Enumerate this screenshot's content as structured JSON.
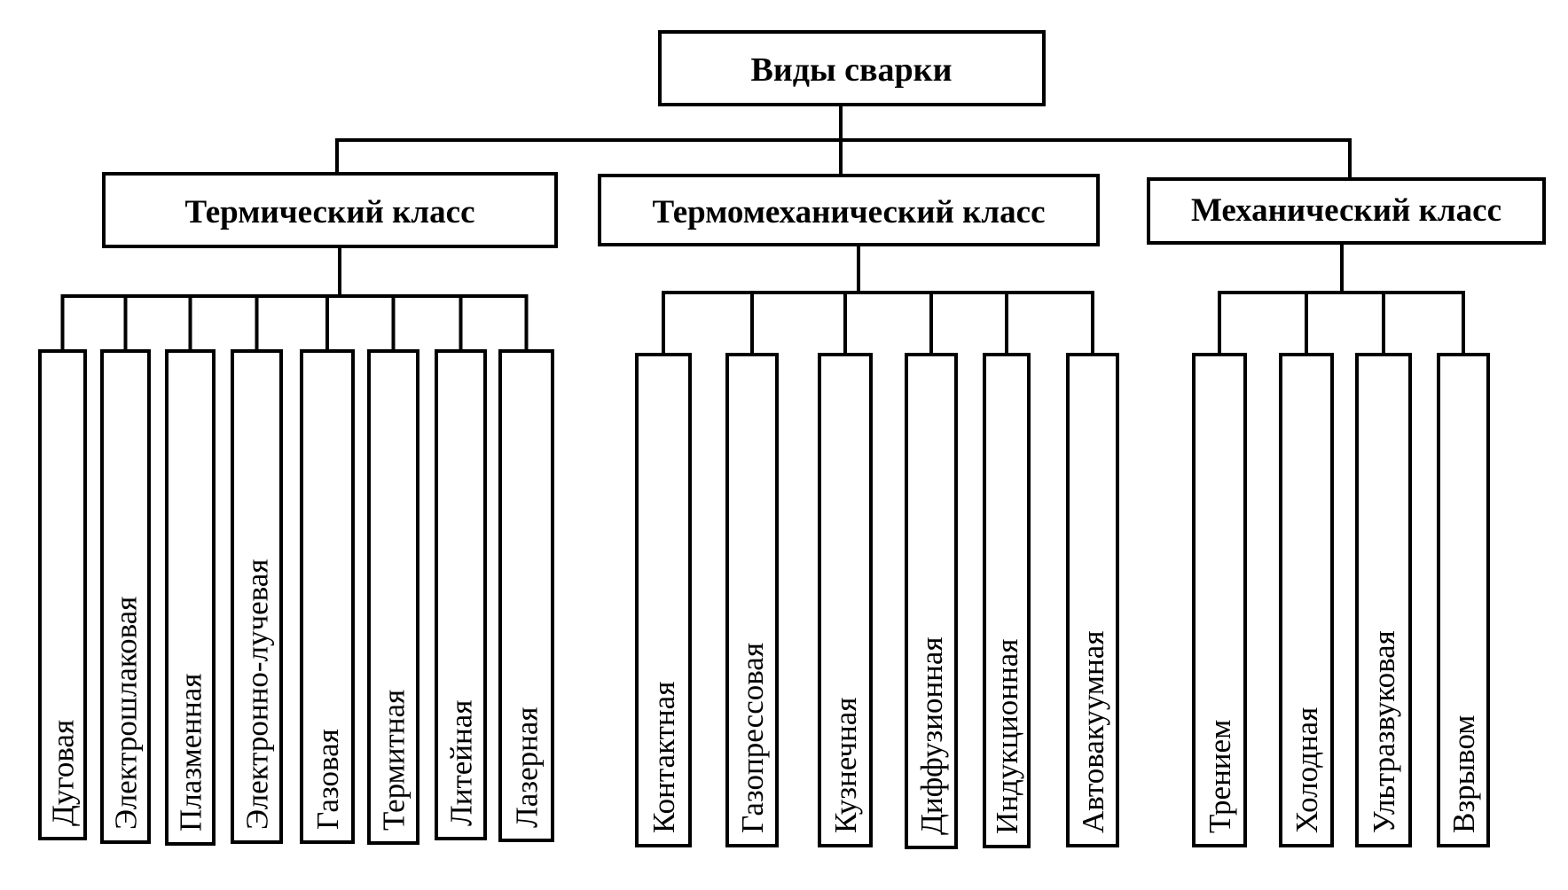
{
  "root": {
    "label": "Виды сварки"
  },
  "classes": [
    {
      "label": "Термический класс",
      "types": [
        "Дуговая",
        "Электрошлаковая",
        "Плазменная",
        "Электронно-лучевая",
        "Газовая",
        "Термитная",
        "Литейная",
        "Лазерная"
      ]
    },
    {
      "label": "Термомеханический класс",
      "types": [
        "Контактная",
        "Газопрессовая",
        "Кузнечная",
        "Диффузионная",
        "Индукционная",
        "Автовакуумная"
      ]
    },
    {
      "label": "Механический класс",
      "types": [
        "Трением",
        "Холодная",
        "Ультразвуковая",
        "Взрывом"
      ]
    }
  ]
}
